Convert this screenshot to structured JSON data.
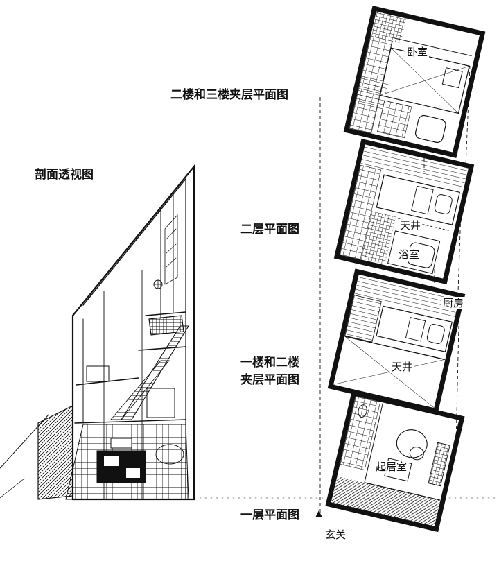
{
  "labels": {
    "section": "剖面透视图",
    "plan_upper_mezz": "二楼和三楼夹层平面图",
    "plan_2f": "二层平面图",
    "plan_1f_mezz_line1": "一楼和二楼",
    "plan_1f_mezz_line2": "夹层平面图",
    "plan_1f": "一层平面图"
  },
  "rooms": {
    "bedroom": "卧室",
    "courtyard_2f": "天井",
    "bath": "浴室",
    "kitchen": "厨房",
    "courtyard_1f": "天井",
    "living": "起居室",
    "entrance": "玄关"
  },
  "colors": {
    "ink": "#111111",
    "paper": "#ffffff"
  }
}
